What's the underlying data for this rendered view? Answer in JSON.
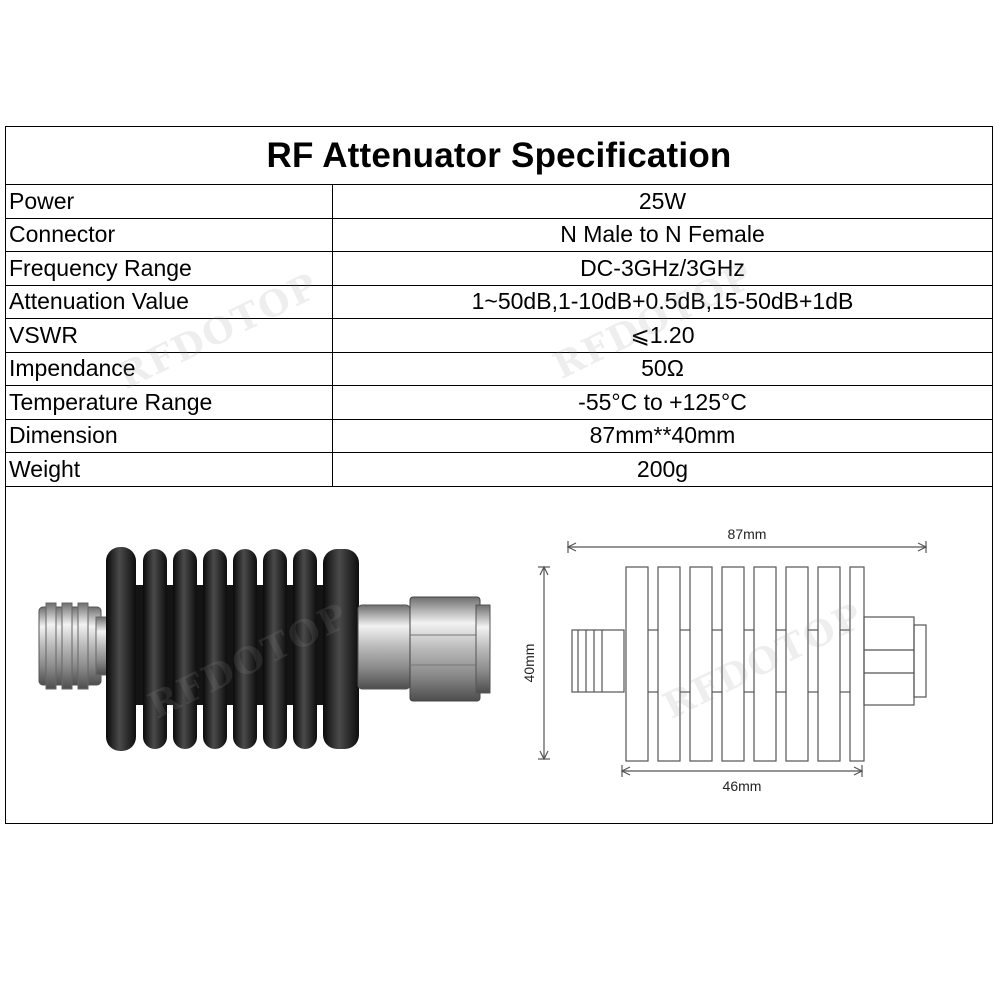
{
  "title": "RF Attenuator Specification",
  "specs": [
    {
      "label": "Power",
      "value": "25W"
    },
    {
      "label": "Connector",
      "value": "N Male to N Female"
    },
    {
      "label": "Frequency Range",
      "value": "DC-3GHz/3GHz"
    },
    {
      "label": "Attenuation Value",
      "value": "1~50dB,1-10dB+0.5dB,15-50dB+1dB"
    },
    {
      "label": "VSWR",
      "value": "⩽1.20"
    },
    {
      "label": "Impendance",
      "value": "50Ω"
    },
    {
      "label": "Temperature Range",
      "value": "-55°C to +125°C"
    },
    {
      "label": "Dimension",
      "value": "87mm**40mm"
    },
    {
      "label": "Weight",
      "value": "200g"
    }
  ],
  "drawing": {
    "length_label": "87mm",
    "height_label": "40mm",
    "body_label": "46mm"
  },
  "watermark": "RFDOTOP"
}
